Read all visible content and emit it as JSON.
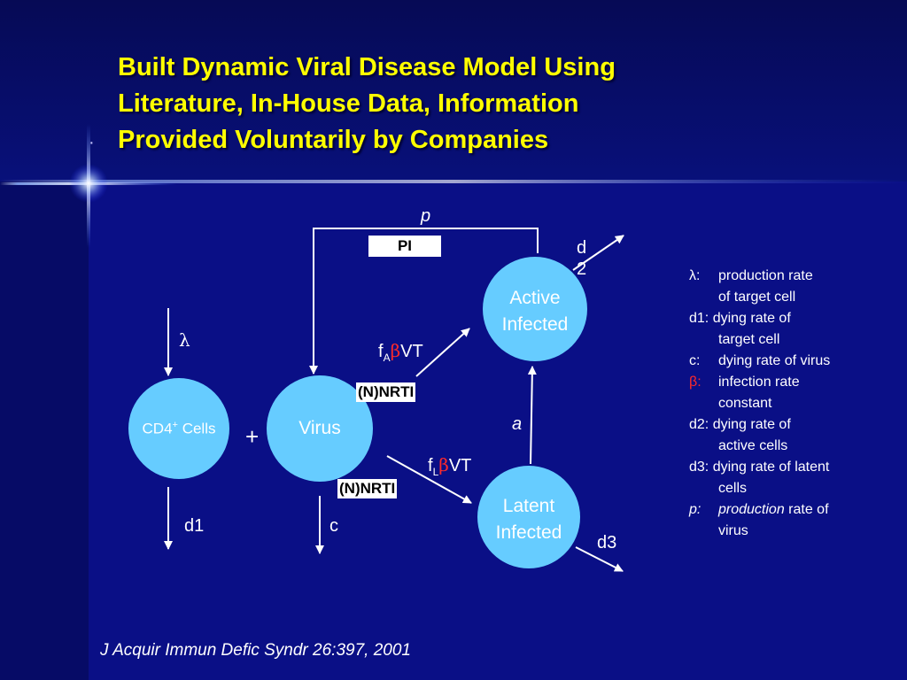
{
  "slide": {
    "title_lines": [
      "Built Dynamic Viral Disease Model Using",
      "Literature, In-House Data, Information",
      "Provided Voluntarily by Companies"
    ],
    "bullet": "·",
    "citation": "J Acquir Immun Defic Syndr 26:397, 2001"
  },
  "diagram": {
    "nodes": {
      "cd4": {
        "label": "CD4",
        "superscript": "+",
        "suffix": " Cells"
      },
      "virus": {
        "label": "Virus"
      },
      "active": {
        "line1": "Active",
        "line2": "Infected"
      },
      "latent": {
        "line1": "Latent",
        "line2": "Infected"
      }
    },
    "labels": {
      "lambda": "λ",
      "d1": "d1",
      "c": "c",
      "plus": "+",
      "p": "p",
      "pi": "PI",
      "d2_line1": "d",
      "d2_line2": "2",
      "d3": "d3",
      "a": "a",
      "fa": {
        "f": "f",
        "sub": "A",
        "beta": "β",
        "rest": "VT"
      },
      "fl": {
        "f": "f",
        "sub": "L",
        "beta": "β",
        "rest": "VT"
      },
      "nrti_upper": "(N)NRTI",
      "nrti_lower": "(N)NRTI"
    }
  },
  "legend": [
    {
      "key": "λ:",
      "text": "production rate"
    },
    {
      "key": "",
      "text": "of target cell"
    },
    {
      "key": "d1:",
      "text": "dying rate of"
    },
    {
      "key": "",
      "text": "target cell"
    },
    {
      "key": "c:",
      "text": "dying rate of virus"
    },
    {
      "key": "β:",
      "text": "infection rate"
    },
    {
      "key": "",
      "text": "constant"
    },
    {
      "key": "d2:",
      "text": "dying rate of"
    },
    {
      "key": "",
      "text": "active cells"
    },
    {
      "key": "d3:",
      "text": "dying rate of latent"
    },
    {
      "key": "",
      "text": "cells"
    },
    {
      "key": "p:",
      "text_italic": "production",
      "text": " rate of"
    },
    {
      "key": "",
      "text": "virus"
    }
  ],
  "colors": {
    "background": "#0a0f86",
    "title": "#ffff00",
    "node_fill": "#66ccff",
    "beta": "#ff2a2a"
  }
}
